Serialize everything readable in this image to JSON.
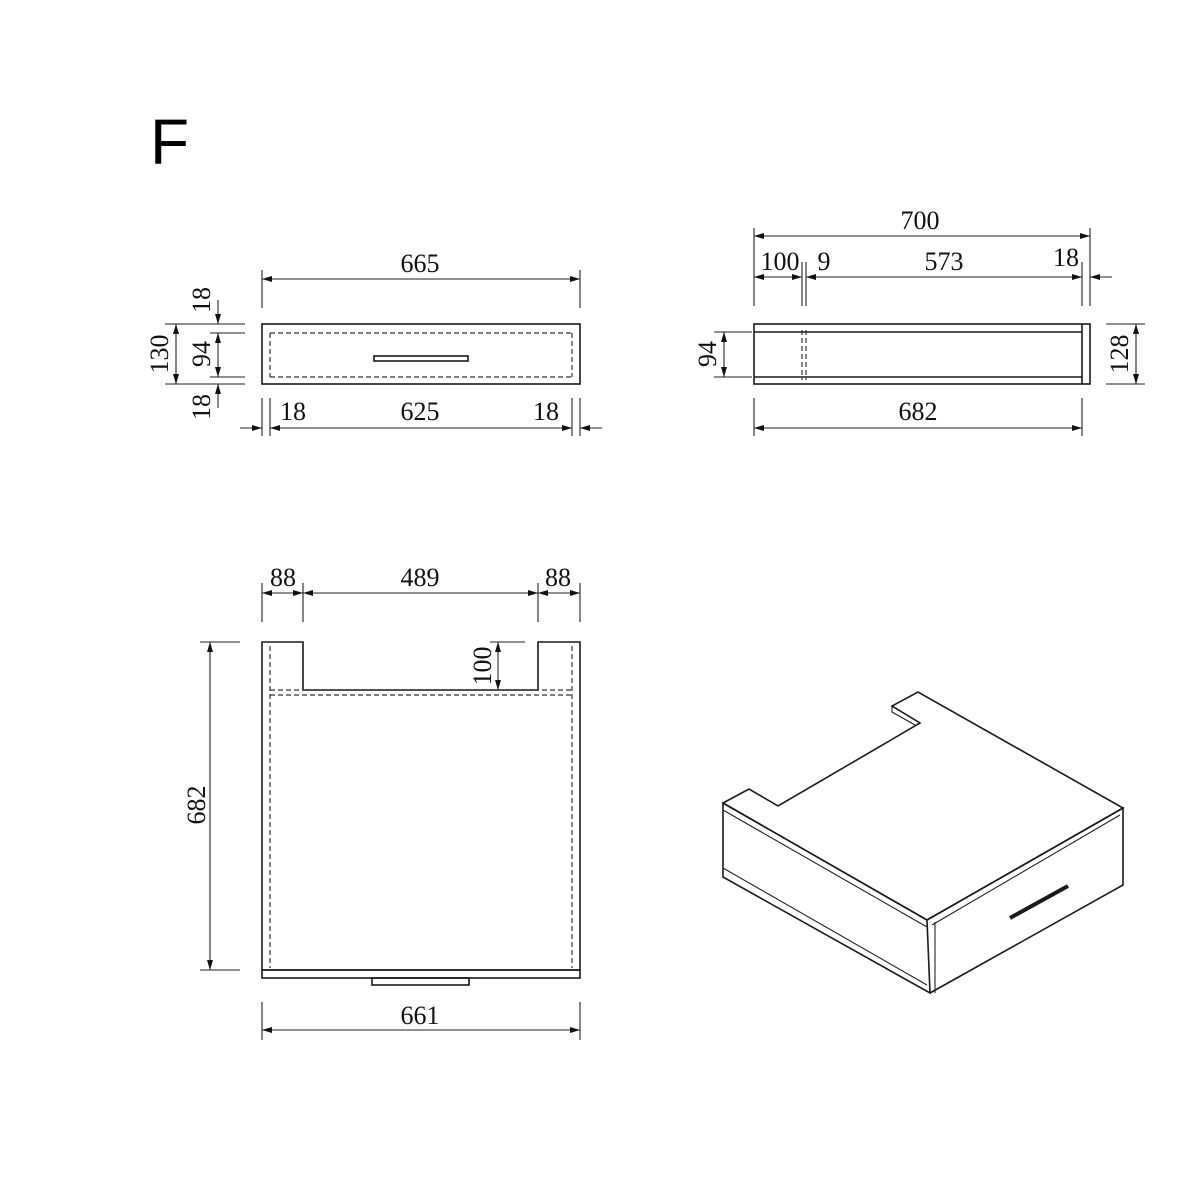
{
  "figure_label": "F",
  "front_view": {
    "overall_width": "665",
    "overall_height": "130",
    "top_panel": "18",
    "inner_height": "94",
    "bottom_panel": "18",
    "left_side": "18",
    "inner_width": "625",
    "right_side": "18"
  },
  "side_view": {
    "overall_depth": "700",
    "notch": "100",
    "back_panel": "9",
    "inner_depth": "573",
    "front_panel": "18",
    "inner_height": "94",
    "overall_height": "128",
    "body_depth": "682"
  },
  "plan_view": {
    "left_leg": "88",
    "notch_width": "489",
    "right_leg": "88",
    "notch_depth": "100",
    "depth": "682",
    "width": "661"
  },
  "colors": {
    "line": "#1a1a1a",
    "background": "#ffffff"
  }
}
